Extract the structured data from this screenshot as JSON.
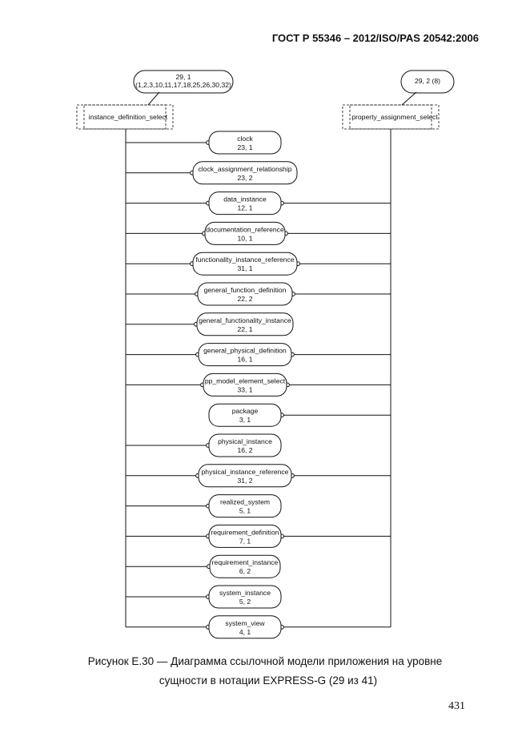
{
  "header": {
    "title": "ГОСТ  Р 55346 – 2012/ISO/PAS 20542:2006"
  },
  "diagram": {
    "left_select": {
      "name": "instance_definition_select",
      "ref_line1": "29, 1",
      "ref_line2": "(1,2,3,10,11,17,18,25,26,30,32)"
    },
    "right_select": {
      "name": "property_assignment_select",
      "ref": "29, 2 (8)"
    },
    "entities": [
      {
        "name": "clock",
        "ref": "23, 1",
        "connects": "left"
      },
      {
        "name": "clock_assignment_relationship",
        "ref": "23, 2",
        "connects": "left"
      },
      {
        "name": "data_instance",
        "ref": "12, 1",
        "connects": "both"
      },
      {
        "name": "documentation_reference",
        "ref": "10, 1",
        "connects": "both"
      },
      {
        "name": "functionality_instance_reference",
        "ref": "31, 1",
        "connects": "both"
      },
      {
        "name": "general_function_definition",
        "ref": "22, 2",
        "connects": "both"
      },
      {
        "name": "general_functionality_instance",
        "ref": "22, 1",
        "connects": "left"
      },
      {
        "name": "general_physical_definition",
        "ref": "16, 1",
        "connects": "both"
      },
      {
        "name": "pp_model_element_select",
        "ref": "33, 1",
        "connects": "both"
      },
      {
        "name": "package",
        "ref": "3, 1",
        "connects": "right"
      },
      {
        "name": "physical_instance",
        "ref": "16, 2",
        "connects": "left"
      },
      {
        "name": "physical_instance_reference",
        "ref": "31, 2",
        "connects": "both"
      },
      {
        "name": "realized_system",
        "ref": "5, 1",
        "connects": "left"
      },
      {
        "name": "requirement_definition",
        "ref": "7, 1",
        "connects": "both"
      },
      {
        "name": "requirement_instance",
        "ref": "6, 2",
        "connects": "left"
      },
      {
        "name": "system_instance",
        "ref": "5, 2",
        "connects": "left"
      },
      {
        "name": "system_view",
        "ref": "4, 1",
        "connects": "both"
      }
    ]
  },
  "caption": {
    "line1": "Рисунок Е.30 — Диаграмма ссылочной модели приложения на уровне",
    "line2": "сущности в нотации EXPRESS-G (29 из 41)"
  },
  "page_number": "431"
}
